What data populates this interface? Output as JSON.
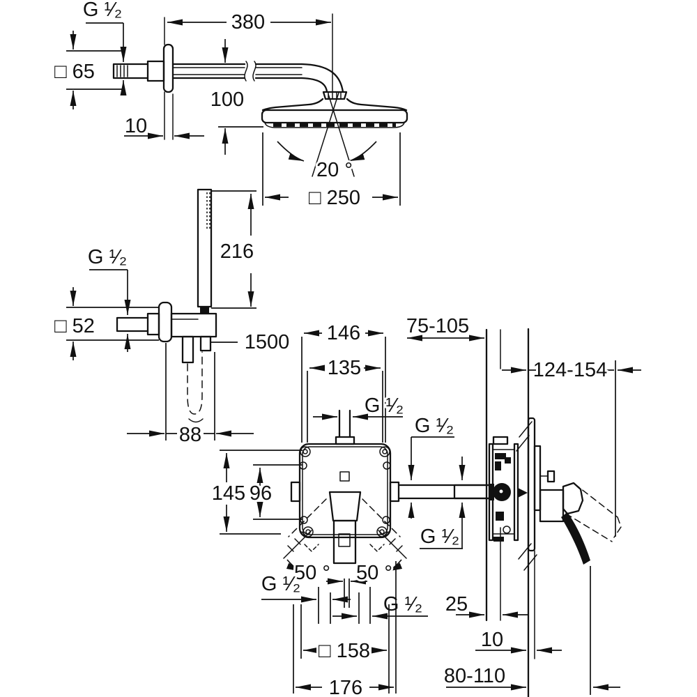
{
  "drawing": {
    "type": "technical installation diagram",
    "line_color": "#111111",
    "background": "#ffffff"
  },
  "head_shower": {
    "thread_label": "G ¹⁄₂",
    "flange_size": "□ 65",
    "flange_depth": "10",
    "arm_length": "380",
    "head_height": "100",
    "spray_angle": "20 °",
    "head_width": "□ 250"
  },
  "hand_shower": {
    "length": "216",
    "thread_label": "G ¹⁄₂",
    "flange_size": "□ 52",
    "hose_length": "1500",
    "holder_offset": "88"
  },
  "mixer_front": {
    "body_width": "146",
    "hole_spacing_h": "135",
    "top_thread": "G ¹⁄₂",
    "side_thread_upper": "G ¹⁄₂",
    "side_thread_lower": "G ¹⁄₂",
    "hole_spacing_v_outer": "145",
    "hole_spacing_v_inner": "96",
    "swing_left": "50 °",
    "swing_right": "50 °",
    "bottom_thread_left": "G ¹⁄₂",
    "bottom_thread_right": "G ¹⁄₂",
    "trim_size": "□ 158",
    "trim_width": "176"
  },
  "mixer_side": {
    "install_depth": "75-105",
    "lever_reach": "124-154",
    "wall_clearance": "25",
    "trim_depth": "10",
    "lever_distance": "80-110"
  }
}
